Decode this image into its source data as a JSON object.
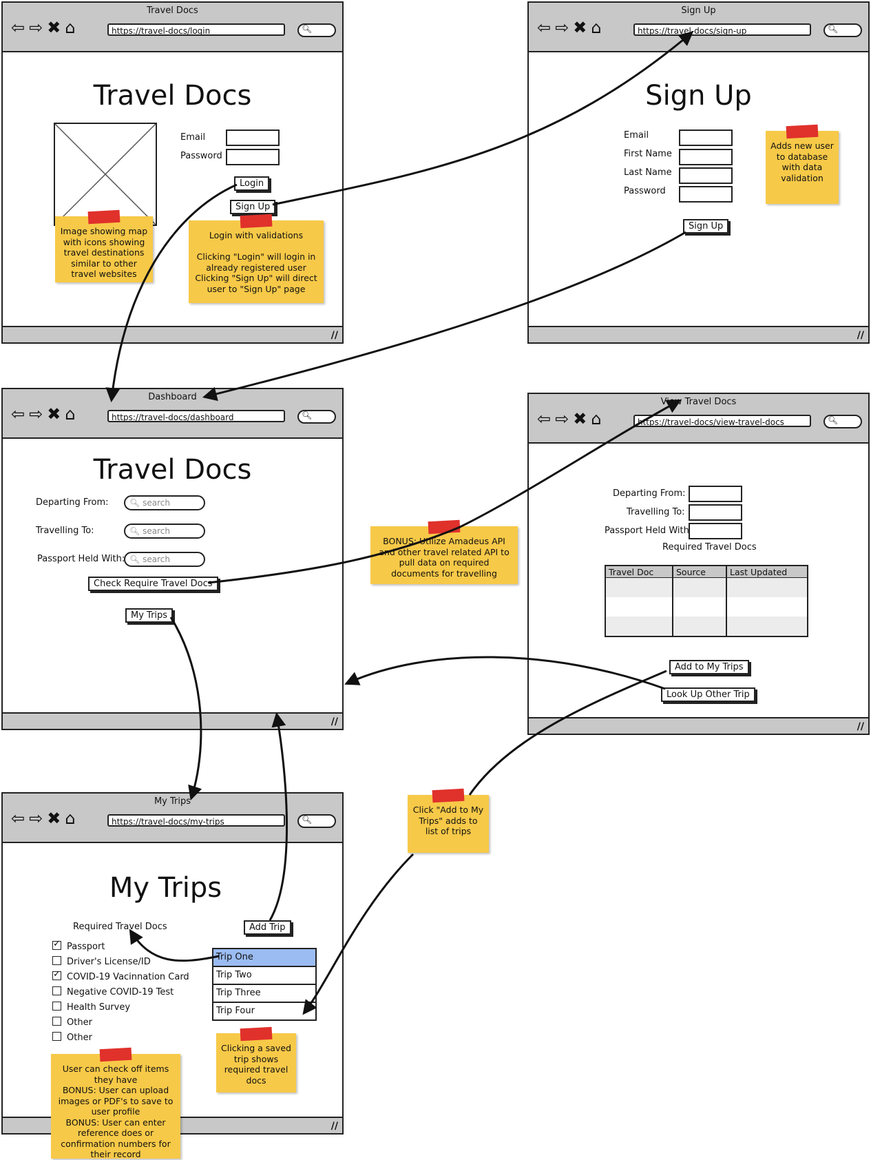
{
  "login": {
    "window_title": "Travel Docs",
    "url": "https://travel-docs/login",
    "heading": "Travel Docs",
    "email_label": "Email",
    "password_label": "Password",
    "login_button": "Login",
    "signup_button": "Sign Up",
    "note_image": "Image showing map with icons showing travel destinations similar to other travel websites",
    "note_login": "Login with validations\n\nClicking \"Login\" will login in already registered user\nClicking \"Sign Up\" will direct user to \"Sign Up\" page"
  },
  "signup": {
    "window_title": "Sign Up",
    "url": "https://travel-docs/sign-up",
    "heading": "Sign Up",
    "email_label": "Email",
    "first_name_label": "First Name",
    "last_name_label": "Last Name",
    "password_label": "Password",
    "signup_button": "Sign Up",
    "note": "Adds new user to database with data validation"
  },
  "dashboard": {
    "window_title": "Dashboard",
    "url": "https://travel-docs/dashboard",
    "heading": "Travel Docs",
    "departing_label": "Departing From:",
    "travelling_label": "Travelling To:",
    "passport_label": "Passport Held With:",
    "search_placeholder": "search",
    "check_button": "Check Require Travel Docs",
    "mytrips_button": "My Trips"
  },
  "view_docs": {
    "window_title": "View Travel Docs",
    "url": "https://travel-docs/view-travel-docs",
    "departing_label": "Departing From:",
    "travelling_label": "Travelling To:",
    "passport_label": "Passport Held With:",
    "table_title": "Required Travel Docs",
    "columns": [
      "Travel Doc",
      "Source",
      "Last Updated"
    ],
    "add_button": "Add to My Trips",
    "lookup_button": "Look Up Other Trip"
  },
  "notes": {
    "bonus_api": "BONUS: Utilize Amadeus API and other travel related API to pull data on required documents for travelling",
    "add_trips": "Click \"Add to My Trips\" adds to list of trips"
  },
  "mytrips": {
    "window_title": "My Trips",
    "url": "https://travel-docs/my-trips",
    "heading": "My Trips",
    "docs_title": "Required Travel Docs",
    "checklist": [
      {
        "label": "Passport",
        "checked": true
      },
      {
        "label": "Driver's License/ID",
        "checked": false
      },
      {
        "label": "COVID-19 Vacinnation Card",
        "checked": true
      },
      {
        "label": "Negative COVID-19 Test",
        "checked": false
      },
      {
        "label": "Health Survey",
        "checked": false
      },
      {
        "label": "Other",
        "checked": false
      },
      {
        "label": "Other",
        "checked": false
      }
    ],
    "add_trip_button": "Add Trip",
    "trips": [
      "Trip One",
      "Trip Two",
      "Trip Three",
      "Trip Four"
    ],
    "selected_trip": "Trip One",
    "note_trip": "Clicking a saved trip shows required travel docs",
    "note_user": "User can check off items they have\nBONUS: User can upload images or PDF's to save to user profile\nBONUS: User can enter reference does or confirmation numbers for their record"
  },
  "colors": {
    "note_yellow": "#f7c948",
    "tape_red": "#e0312b",
    "chrome_gray": "#c8c8c8",
    "selected_blue": "#9bbcf2"
  },
  "icons": [
    "back-arrow-icon",
    "forward-arrow-icon",
    "close-icon",
    "home-icon",
    "search-icon",
    "resize-grip-icon"
  ]
}
